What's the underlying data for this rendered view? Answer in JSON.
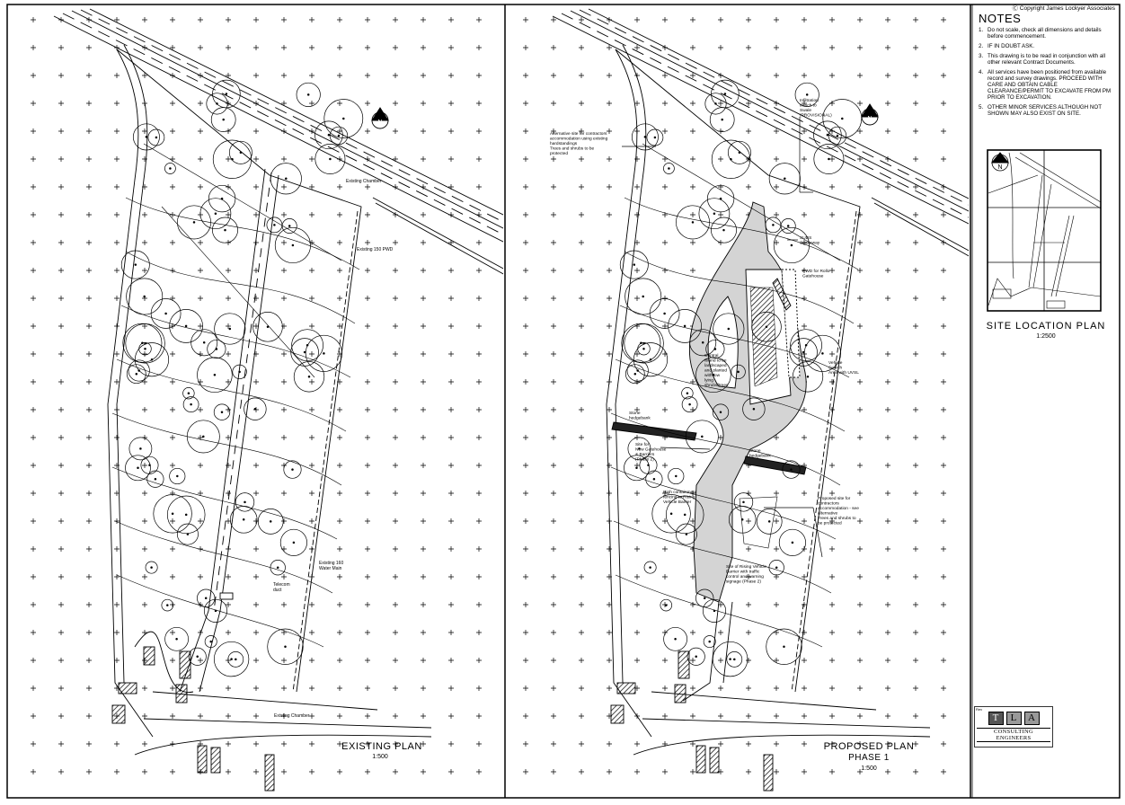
{
  "copyright": "Copyright James Lockyer Associates",
  "notes": {
    "title": "NOTES",
    "items": [
      {
        "num": "1.",
        "text": "Do not scale, check all dimensions and details before commencement."
      },
      {
        "num": "2.",
        "text": "IF IN DOUBT ASK."
      },
      {
        "num": "3.",
        "text": "This drawing is to be read in conjunction with all other relevant Contract Documents."
      },
      {
        "num": "4.",
        "text": "All services have been positioned from available record and survey drawings. PROCEED WITH CARE AND OBTAIN CABLE CLEARANCE/PERMIT TO EXCAVATE FROM PM PRIOR TO EXCAVATION."
      },
      {
        "num": "5.",
        "text": "OTHER MINOR SERVICES ALTHOUGH NOT SHOWN MAY ALSO EXIST ON SITE."
      }
    ]
  },
  "site_location": {
    "title": "SITE LOCATION PLAN",
    "scale": "1:2500",
    "north": "N"
  },
  "logo": {
    "letters": [
      "T",
      "L",
      "A"
    ],
    "subtitle": "CONSULTING ENGINEERS",
    "rev": "Rev"
  },
  "existing_plan": {
    "title": "EXISTING PLAN",
    "scale": "1:500",
    "north": "N",
    "labels": {
      "existing_pwd": "Existing 150 PWD",
      "existing_chamber_top": "Existing Chamber",
      "water_main_1": "Existing 160",
      "water_main_2": "Water Main",
      "telecom_1": "Telecom",
      "telecom_2": "duct",
      "existing_chamber_bottom": "Existing Chamber"
    }
  },
  "proposed_plan": {
    "title": "PROPOSED PLAN",
    "phase": "PHASE 1",
    "scale": "1:500",
    "north": "N",
    "labels": {
      "alt_site": [
        "Alternative site for contractors",
        "accommodation using existing",
        "hardstandings",
        "Trees and shrubs to be",
        "protected"
      ],
      "infiltration": [
        "Infiltration",
        "trench to",
        "Swale",
        "(PROVISIONAL)"
      ],
      "suds": [
        "SUDS",
        "Soakaway"
      ],
      "pwd": [
        "PWD for Rollo",
        "Gatehouse"
      ],
      "island": [
        "Central",
        "island to be",
        "landscaped",
        "and planted",
        "with low",
        "lying",
        "shrubs/trees"
      ],
      "vehicle_search": [
        "Vehicle",
        "Search",
        "Area with UVSL"
      ],
      "stone_left": [
        "Stone",
        "hedgebank"
      ],
      "stone_right": [
        "Stone",
        "hedgebank"
      ],
      "gatehouse": [
        "Site for",
        "New Gatehouse",
        "& Barriers",
        "(Phase 2)"
      ],
      "high_containment": [
        "High containment",
        "fencing to Rising",
        "Vehicle Barrier"
      ],
      "proposed_site": [
        "Proposed site for",
        "contractors",
        "accommodation - see",
        "alternative",
        "Trees and shrubs to",
        "be protected"
      ],
      "rising_barrier": [
        "Site of Rising Vehicle",
        "Barrier with traffic",
        "control and warning",
        "signage (Phase 2)"
      ]
    }
  },
  "colors": {
    "line": "#000000",
    "road_fill": "#d4d4d4",
    "hatch": "#222222"
  }
}
